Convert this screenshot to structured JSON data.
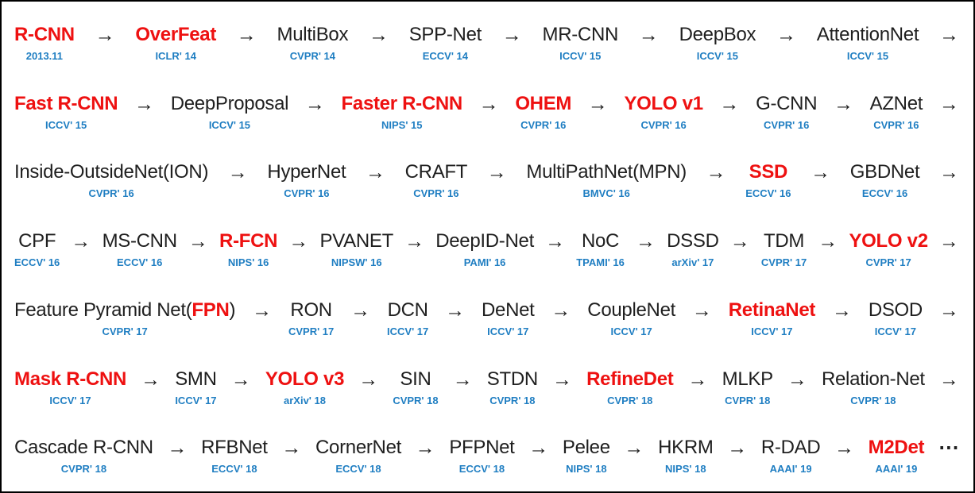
{
  "diagram": {
    "title": "Object detection models timeline",
    "arrow": "→",
    "ellipsis": "⋯",
    "colors": {
      "highlight": "#ee1111",
      "venue": "#1f7ec2",
      "text": "#1f1f1f",
      "border": "#000000",
      "background": "#ffffff"
    },
    "rows": [
      {
        "trailing_arrow": true,
        "items": [
          {
            "name": "R-CNN",
            "venue": "2013.11",
            "highlight": true
          },
          {
            "name": "OverFeat",
            "venue": "ICLR' 14",
            "highlight": true
          },
          {
            "name": "MultiBox",
            "venue": "CVPR' 14",
            "highlight": false
          },
          {
            "name": "SPP-Net",
            "venue": "ECCV' 14",
            "highlight": false
          },
          {
            "name": "MR-CNN",
            "venue": "ICCV' 15",
            "highlight": false
          },
          {
            "name": "DeepBox",
            "venue": "ICCV' 15",
            "highlight": false
          },
          {
            "name": "AttentionNet",
            "venue": "ICCV' 15",
            "highlight": false
          }
        ]
      },
      {
        "trailing_arrow": true,
        "items": [
          {
            "name": "Fast R-CNN",
            "venue": "ICCV' 15",
            "highlight": true
          },
          {
            "name": "DeepProposal",
            "venue": "ICCV' 15",
            "highlight": false
          },
          {
            "name": "Faster R-CNN",
            "venue": "NIPS' 15",
            "highlight": true
          },
          {
            "name": "OHEM",
            "venue": "CVPR' 16",
            "highlight": true
          },
          {
            "name": "YOLO v1",
            "venue": "CVPR' 16",
            "highlight": true
          },
          {
            "name": "G-CNN",
            "venue": "CVPR' 16",
            "highlight": false
          },
          {
            "name": "AZNet",
            "venue": "CVPR' 16",
            "highlight": false
          }
        ]
      },
      {
        "trailing_arrow": true,
        "items": [
          {
            "name": "Inside-OutsideNet(ION)",
            "venue": "CVPR' 16",
            "highlight": false
          },
          {
            "name": "HyperNet",
            "venue": "CVPR' 16",
            "highlight": false
          },
          {
            "name": "CRAFT",
            "venue": "CVPR' 16",
            "highlight": false
          },
          {
            "name": "MultiPathNet(MPN)",
            "venue": "BMVC' 16",
            "highlight": false
          },
          {
            "name": "SSD",
            "venue": "ECCV' 16",
            "highlight": true
          },
          {
            "name": "GBDNet",
            "venue": "ECCV' 16",
            "highlight": false
          }
        ]
      },
      {
        "trailing_arrow": true,
        "items": [
          {
            "name": "CPF",
            "venue": "ECCV' 16",
            "highlight": false
          },
          {
            "name": "MS-CNN",
            "venue": "ECCV' 16",
            "highlight": false
          },
          {
            "name": "R-FCN",
            "venue": "NIPS' 16",
            "highlight": true
          },
          {
            "name": "PVANET",
            "venue": "NIPSW' 16",
            "highlight": false
          },
          {
            "name": "DeepID-Net",
            "venue": "PAMI' 16",
            "highlight": false
          },
          {
            "name": "NoC",
            "venue": "TPAMI' 16",
            "highlight": false
          },
          {
            "name": "DSSD",
            "venue": "arXiv' 17",
            "highlight": false
          },
          {
            "name": "TDM",
            "venue": "CVPR' 17",
            "highlight": false
          },
          {
            "name": "YOLO v2",
            "venue": "CVPR' 17",
            "highlight": true
          }
        ]
      },
      {
        "trailing_arrow": true,
        "items": [
          {
            "name": "Feature Pyramid Net(FPN)",
            "venue": "CVPR' 17",
            "highlight": false,
            "parts": [
              {
                "text": "Feature Pyramid Net(",
                "highlight": false
              },
              {
                "text": "FPN",
                "highlight": true
              },
              {
                "text": ")",
                "highlight": false
              }
            ]
          },
          {
            "name": "RON",
            "venue": "CVPR' 17",
            "highlight": false
          },
          {
            "name": "DCN",
            "venue": "ICCV' 17",
            "highlight": false
          },
          {
            "name": "DeNet",
            "venue": "ICCV' 17",
            "highlight": false
          },
          {
            "name": "CoupleNet",
            "venue": "ICCV' 17",
            "highlight": false
          },
          {
            "name": "RetinaNet",
            "venue": "ICCV' 17",
            "highlight": true
          },
          {
            "name": "DSOD",
            "venue": "ICCV' 17",
            "highlight": false
          }
        ]
      },
      {
        "trailing_arrow": true,
        "items": [
          {
            "name": "Mask R-CNN",
            "venue": "ICCV' 17",
            "highlight": true
          },
          {
            "name": "SMN",
            "venue": "ICCV' 17",
            "highlight": false
          },
          {
            "name": "YOLO v3",
            "venue": "arXiv' 18",
            "highlight": true
          },
          {
            "name": "SIN",
            "venue": "CVPR' 18",
            "highlight": false
          },
          {
            "name": "STDN",
            "venue": "CVPR' 18",
            "highlight": false
          },
          {
            "name": "RefineDet",
            "venue": "CVPR' 18",
            "highlight": true
          },
          {
            "name": "MLKP",
            "venue": "CVPR' 18",
            "highlight": false
          },
          {
            "name": "Relation-Net",
            "venue": "CVPR' 18",
            "highlight": false
          }
        ]
      },
      {
        "trailing_arrow": false,
        "trailing_ellipsis": true,
        "items": [
          {
            "name": "Cascade R-CNN",
            "venue": "CVPR' 18",
            "highlight": false
          },
          {
            "name": "RFBNet",
            "venue": "ECCV' 18",
            "highlight": false
          },
          {
            "name": "CornerNet",
            "venue": "ECCV' 18",
            "highlight": false
          },
          {
            "name": "PFPNet",
            "venue": "ECCV' 18",
            "highlight": false
          },
          {
            "name": "Pelee",
            "venue": "NIPS' 18",
            "highlight": false
          },
          {
            "name": "HKRM",
            "venue": "NIPS' 18",
            "highlight": false
          },
          {
            "name": "R-DAD",
            "venue": "AAAI' 19",
            "highlight": false
          },
          {
            "name": "M2Det",
            "venue": "AAAI' 19",
            "highlight": true
          }
        ]
      }
    ]
  }
}
